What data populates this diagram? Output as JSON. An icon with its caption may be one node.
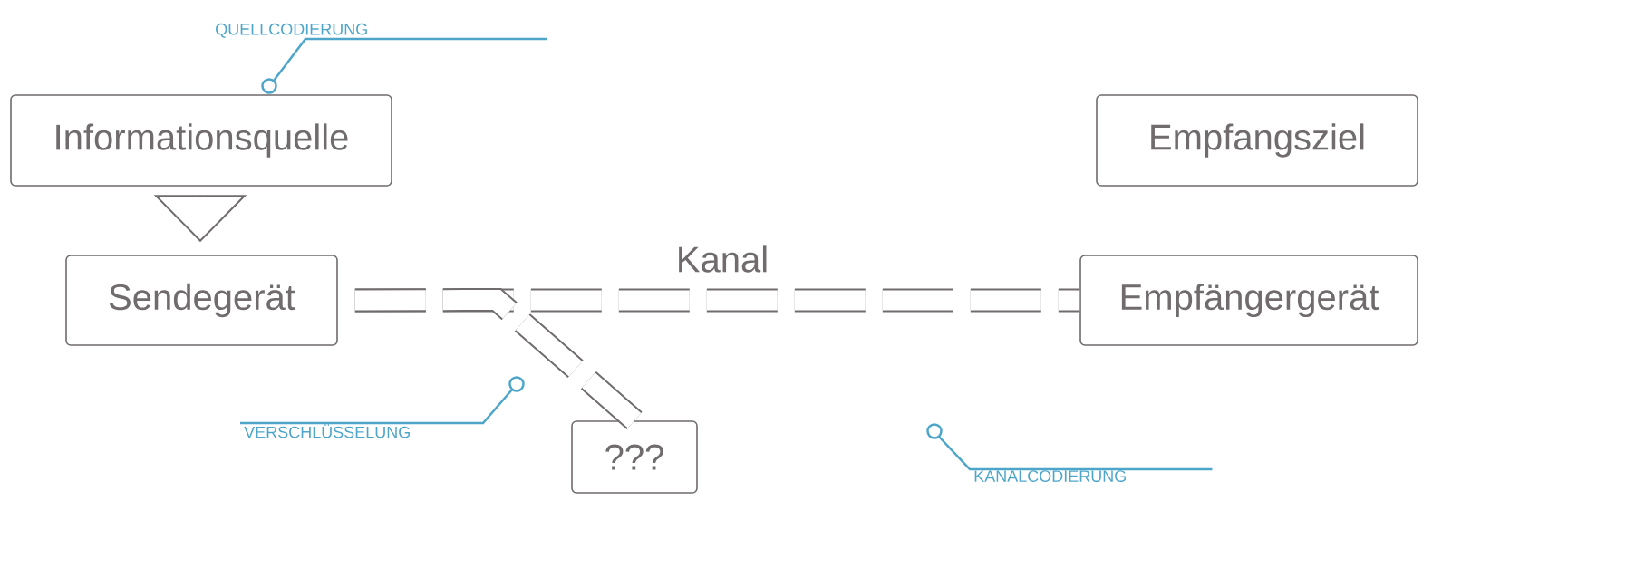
{
  "diagram": {
    "nodes": [
      {
        "text": [
          "Informationsquelle"
        ]
      },
      {
        "text": [
          "Sendegerät"
        ]
      },
      {
        "text": [
          "Empfangsziel"
        ]
      },
      {
        "text": [
          "Empfängergerät"
        ]
      },
      {
        "text": [
          "???"
        ]
      },
      {
        "text": [
          "QUELLCODIERUNG"
        ]
      },
      {
        "text": [
          "VERSCHLÜSSELUNG"
        ]
      },
      {
        "text": [
          "KANALCODIERUNG"
        ]
      }
    ],
    "edges": [
      {
        "from": 0,
        "to": 1,
        "arrow": "to",
        "color": "#706b6c"
      },
      {
        "from": 1,
        "to": 3,
        "arrow": "none",
        "style": "dashed",
        "label": "Kanal",
        "color": "#706b6c"
      },
      {
        "from": 1,
        "to": 4,
        "arrow": "none",
        "style": "dashed",
        "color": "#706b6c"
      },
      {
        "from": 5,
        "to": 0,
        "arrow": "other",
        "color": "#4da6c9"
      },
      {
        "from": 6,
        "to": null,
        "arrow": "other",
        "color": "#4da6c9"
      },
      {
        "from": 7,
        "to": null,
        "arrow": "other",
        "color": "#4da6c9"
      }
    ]
  }
}
